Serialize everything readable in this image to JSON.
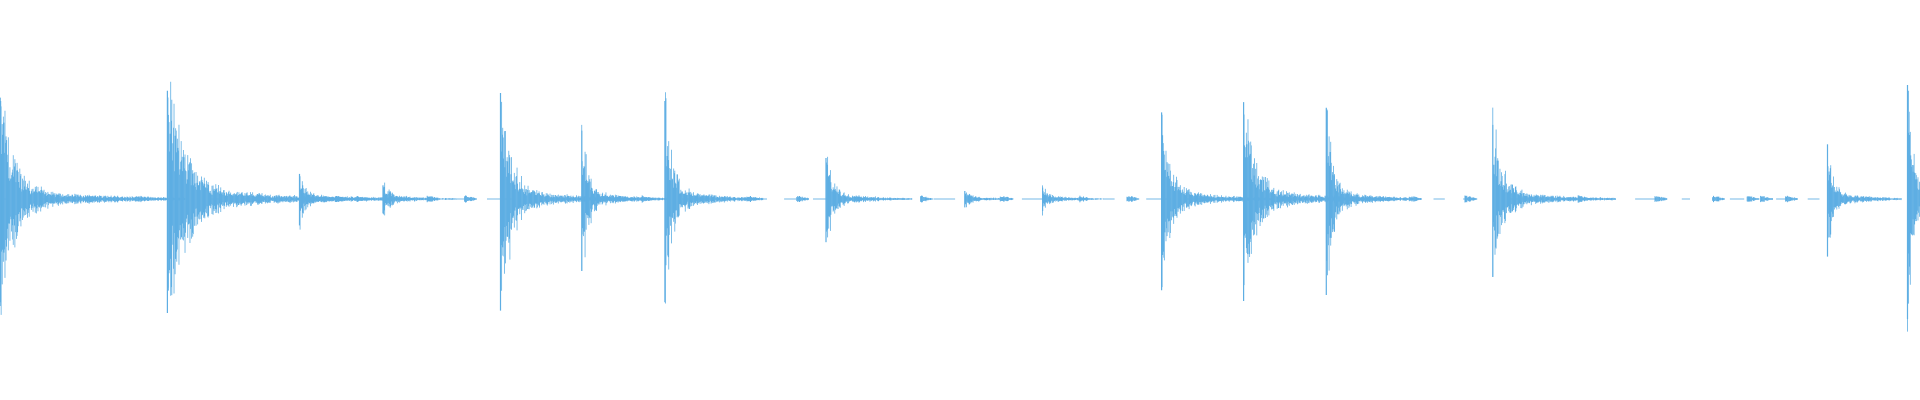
{
  "waveform": {
    "color": "#5eaee3",
    "background": "#ffffff",
    "baseline_level": 0.0,
    "transients": [
      {
        "t": 0.0003,
        "peak": 0.86,
        "decay": 0.03,
        "strength": 1.0
      },
      {
        "t": 0.0872,
        "peak": 0.95,
        "decay": 0.04,
        "strength": 1.0
      },
      {
        "t": 0.156,
        "peak": 0.22,
        "decay": 0.012,
        "strength": 0.55
      },
      {
        "t": 0.1995,
        "peak": 0.12,
        "decay": 0.012,
        "strength": 0.45
      },
      {
        "t": 0.2607,
        "peak": 0.93,
        "decay": 0.022,
        "strength": 1.0
      },
      {
        "t": 0.303,
        "peak": 0.6,
        "decay": 0.014,
        "strength": 0.8
      },
      {
        "t": 0.3463,
        "peak": 0.86,
        "decay": 0.016,
        "strength": 0.95
      },
      {
        "t": 0.4302,
        "peak": 0.36,
        "decay": 0.014,
        "strength": 0.65
      },
      {
        "t": 0.5025,
        "peak": 0.07,
        "decay": 0.008,
        "strength": 0.35
      },
      {
        "t": 0.543,
        "peak": 0.1,
        "decay": 0.01,
        "strength": 0.4
      },
      {
        "t": 0.605,
        "peak": 0.76,
        "decay": 0.018,
        "strength": 0.95
      },
      {
        "t": 0.6477,
        "peak": 0.85,
        "decay": 0.024,
        "strength": 1.0
      },
      {
        "t": 0.6908,
        "peak": 0.8,
        "decay": 0.014,
        "strength": 0.95
      },
      {
        "t": 0.7775,
        "peak": 0.65,
        "decay": 0.02,
        "strength": 0.85
      },
      {
        "t": 0.9518,
        "peak": 0.48,
        "decay": 0.012,
        "strength": 0.75
      },
      {
        "t": 0.9935,
        "peak": 1.0,
        "decay": 0.012,
        "strength": 1.0
      }
    ],
    "blips": [
      0.0455,
      0.072,
      0.1325,
      0.175,
      0.186,
      0.2225,
      0.242,
      0.334,
      0.389,
      0.415,
      0.445,
      0.4795,
      0.521,
      0.562,
      0.587,
      0.627,
      0.667,
      0.719,
      0.734,
      0.763,
      0.822,
      0.862,
      0.892,
      0.91,
      0.917,
      0.93
    ]
  }
}
